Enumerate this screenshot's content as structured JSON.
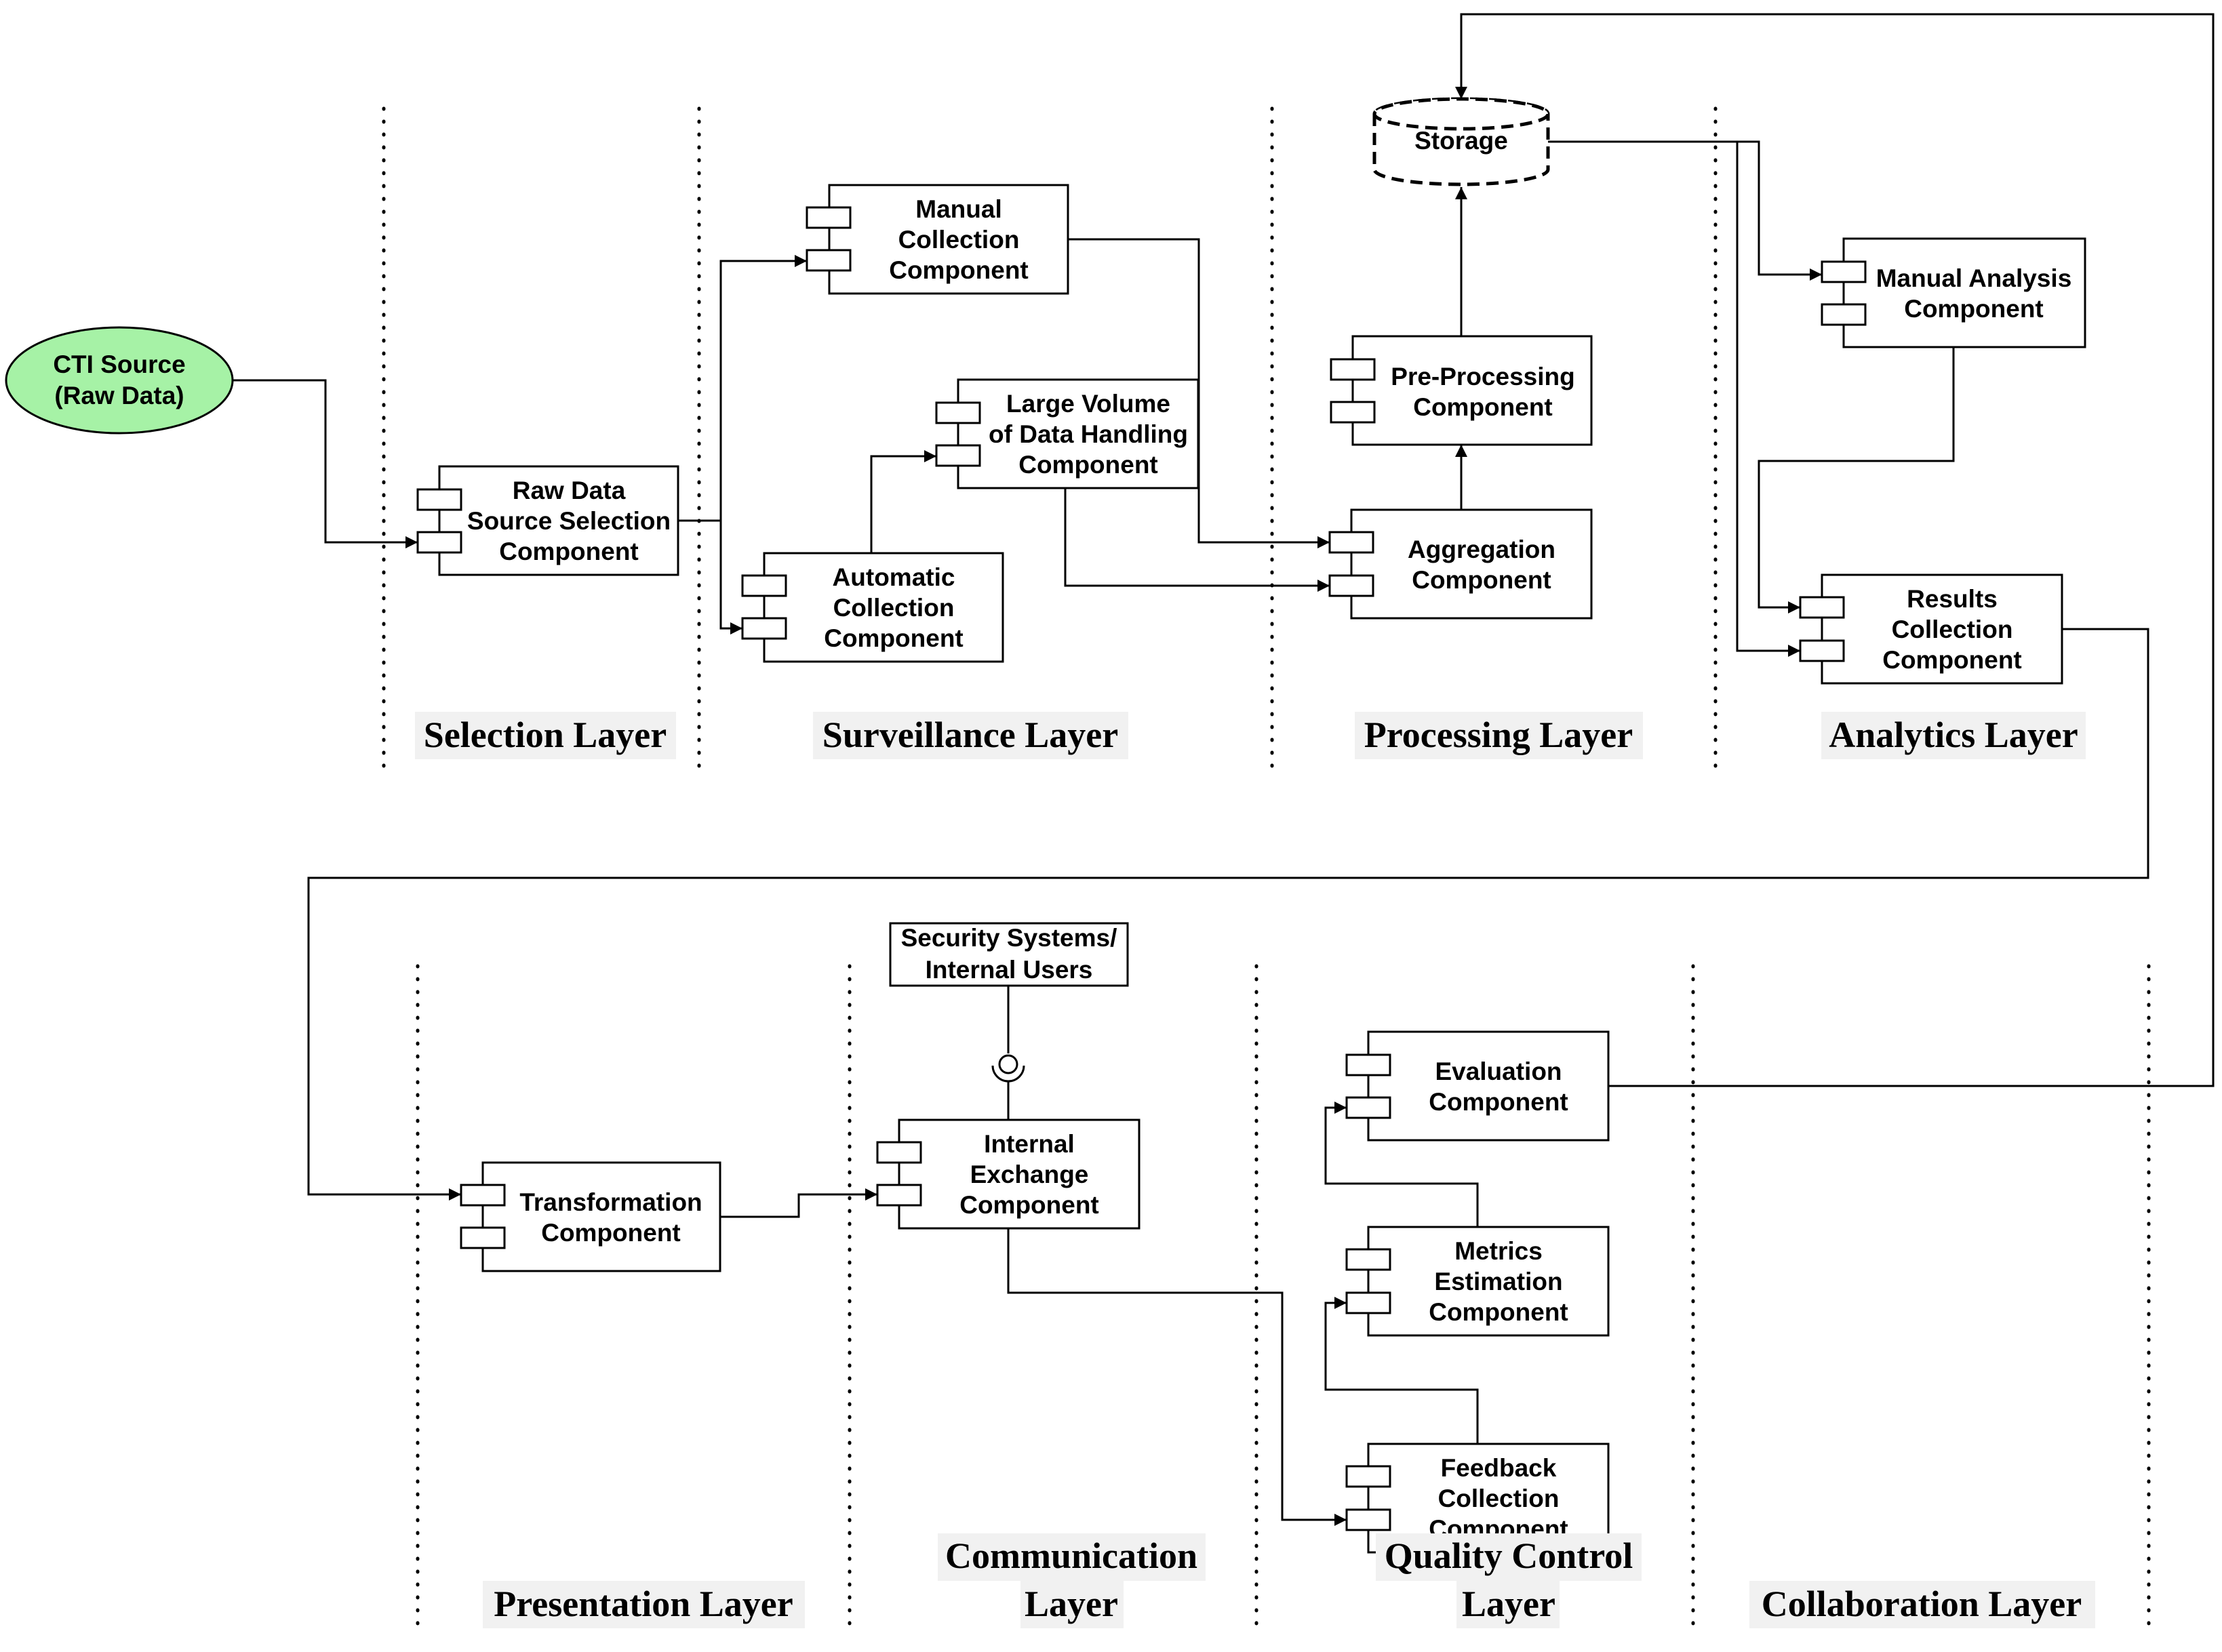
{
  "source": {
    "lines": [
      "CTI Source",
      "(Raw Data)"
    ],
    "color": "#a6f2a6"
  },
  "storage": {
    "label": "Storage"
  },
  "components": {
    "raw_data_selection": [
      "Raw Data",
      "Source Selection",
      "Component"
    ],
    "manual_collection": [
      "Manual",
      "Collection",
      "Component"
    ],
    "large_volume": [
      "Large Volume",
      "of Data Handling",
      "Component"
    ],
    "automatic_collection": [
      "Automatic",
      "Collection",
      "Component"
    ],
    "pre_processing": [
      "Pre-Processing",
      "Component"
    ],
    "aggregation": [
      "Aggregation",
      "Component"
    ],
    "manual_analysis": [
      "Manual Analysis",
      "Component"
    ],
    "results_collection": [
      "Results",
      "Collection",
      "Component"
    ],
    "transformation": [
      "Transformation",
      "Component"
    ],
    "internal_exchange": [
      "Internal",
      "Exchange",
      "Component"
    ],
    "evaluation": [
      "Evaluation",
      "Component"
    ],
    "metrics_estimation": [
      "Metrics",
      "Estimation",
      "Component"
    ],
    "feedback_collection": [
      "Feedback",
      "Collection",
      "Component"
    ]
  },
  "external": {
    "security_systems": [
      "Security Systems/",
      "Internal Users"
    ]
  },
  "layers": {
    "selection": [
      "Selection Layer"
    ],
    "surveillance": [
      "Surveillance Layer"
    ],
    "processing": [
      "Processing Layer"
    ],
    "analytics": [
      "Analytics Layer"
    ],
    "presentation": [
      "Presentation Layer"
    ],
    "communication": [
      "Communication",
      "Layer"
    ],
    "quality_control": [
      "Quality Control",
      "Layer"
    ],
    "collaboration": [
      "Collaboration Layer"
    ]
  }
}
